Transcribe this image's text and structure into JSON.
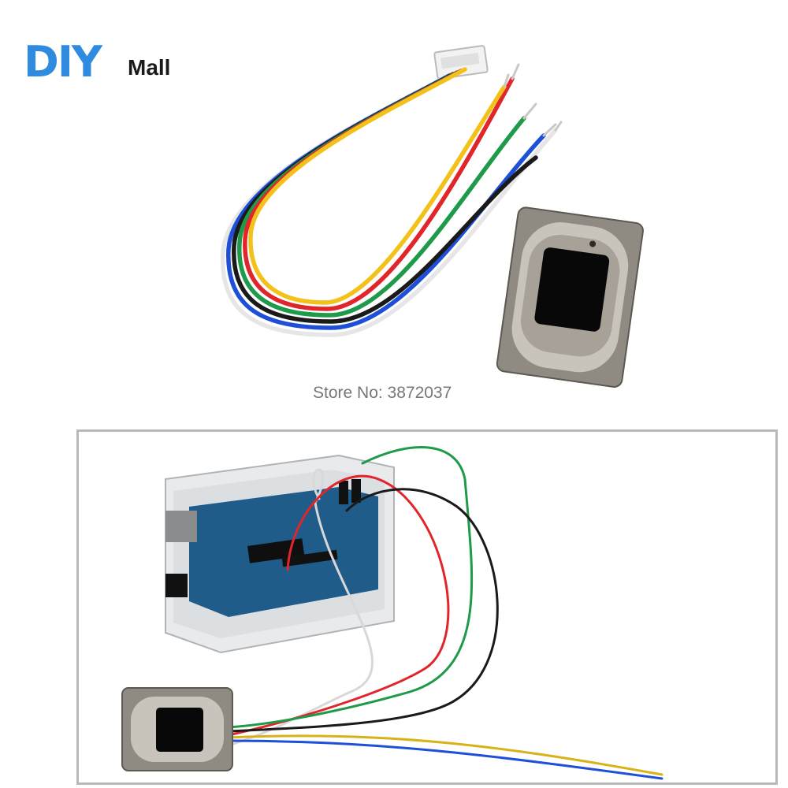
{
  "logo": {
    "big_text": "DIY",
    "small_text": "Mall"
  },
  "store_label": "Store No: 3872037",
  "colors": {
    "brand_blue": "#2f8be0",
    "wire_black": "#1a1a1a",
    "wire_blue": "#1e4fd8",
    "wire_green": "#1f9a4a",
    "wire_red": "#e0262b",
    "wire_yellow": "#f3c21a",
    "wire_white": "#e6e6e6",
    "frame_border": "#b9b9b9"
  }
}
